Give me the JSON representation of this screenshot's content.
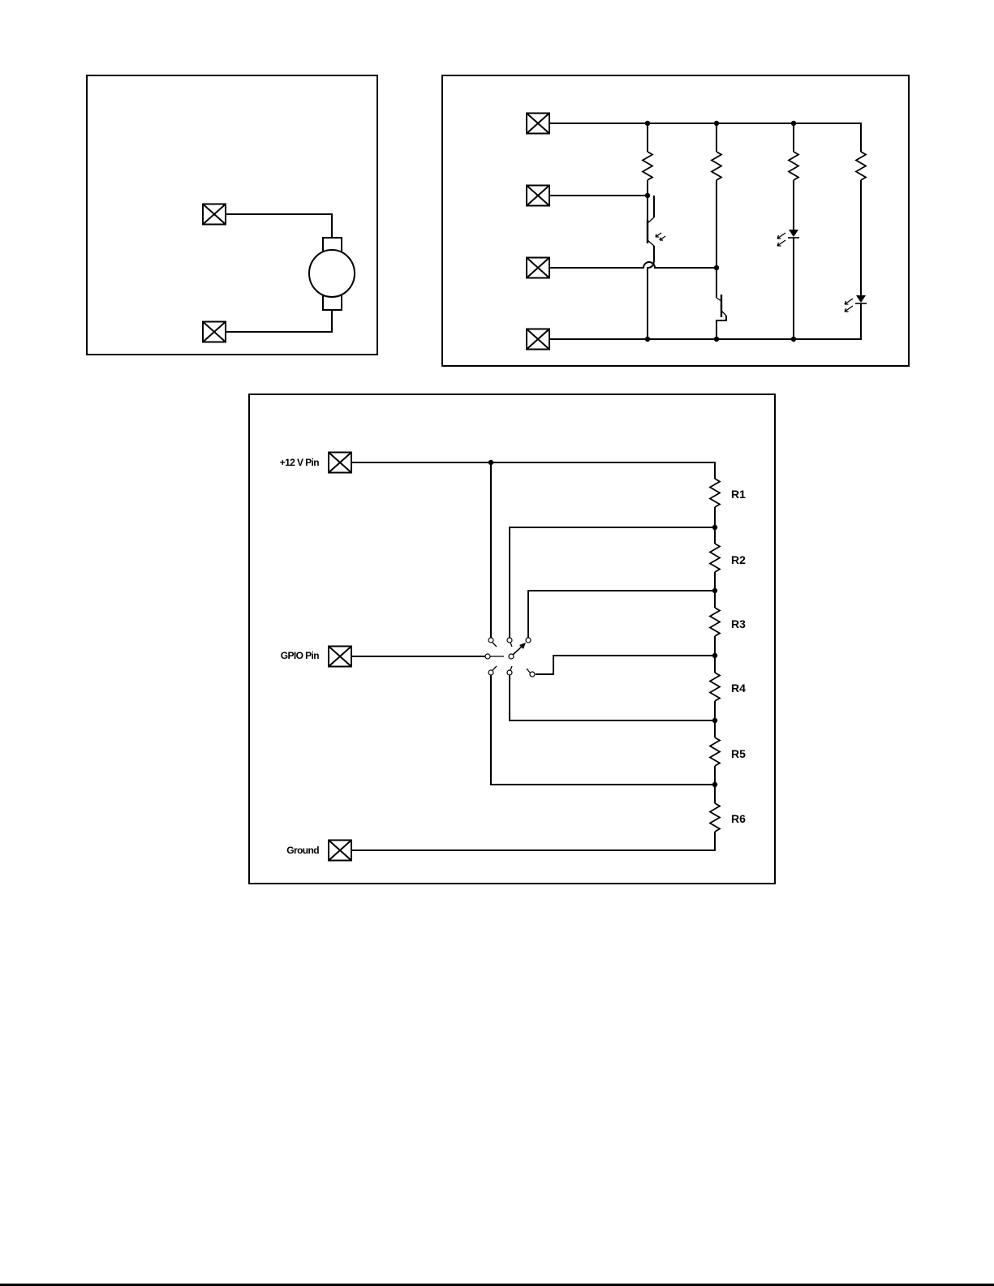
{
  "pins": {
    "plus12v": "+12 V Pin",
    "gpio": "GPIO Pin",
    "ground": "Ground"
  },
  "resistors": [
    "R1",
    "R2",
    "R3",
    "R4",
    "R5",
    "R6"
  ],
  "colors": {
    "ink": "#000000",
    "paper": "#ffffff"
  }
}
